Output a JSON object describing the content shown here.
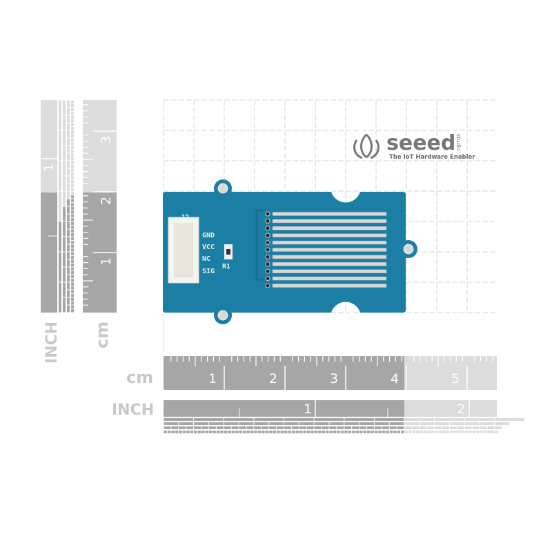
{
  "brand": {
    "name": "seeed",
    "sub": "studio",
    "tagline": "The IoT Hardware Enabler"
  },
  "rulers": {
    "horizontal_cm": {
      "unit": "cm",
      "labels": [
        "1",
        "2",
        "3",
        "4",
        "5"
      ]
    },
    "horizontal_inch": {
      "unit": "INCH",
      "labels": [
        "1",
        "2"
      ]
    },
    "vertical_inch": {
      "unit": "INCH",
      "labels": [
        "1"
      ]
    },
    "vertical_cm": {
      "unit": "cm",
      "labels": [
        "1",
        "2",
        "3"
      ]
    }
  },
  "board": {
    "connector_label": "J2",
    "pins": [
      "GND",
      "VCC",
      "NC",
      "SIG"
    ],
    "resistor_label": "R1",
    "trace_count": 11,
    "color": "#1a7ea5"
  },
  "colors": {
    "ruler_dark": "#a6a6a6",
    "ruler_light": "#dcdcdc",
    "grid": "#e4e4e4"
  }
}
